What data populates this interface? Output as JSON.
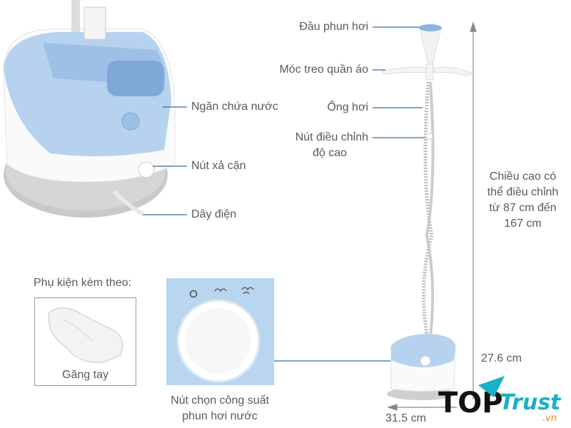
{
  "labels": {
    "water_tank": "Ngăn chứa nước",
    "drain_button": "Nút xả cặn",
    "power_cord": "Dây điện",
    "steam_head": "Đầu phun hơi",
    "hanger": "Móc treo quần áo",
    "steam_hose": "Ống hơi",
    "height_adjust_line1": "Nút điều chỉnh",
    "height_adjust_line2": "độ cao",
    "height_note_line1": "Chiều cao có",
    "height_note_line2": "thể điều chỉnh",
    "height_note_line3": "từ 87 cm đến",
    "height_note_line4": "167 cm",
    "width_dim": "31.5 cm",
    "depth_dim": "27.6 cm",
    "power_dial_line1": "Nút chọn công suất",
    "power_dial_line2": "phun hơi nước"
  },
  "accessories": {
    "title": "Phụ kiện kèm theo:",
    "items": [
      {
        "label": "Găng tay"
      }
    ]
  },
  "watermark": {
    "brand": "TOP Trust",
    "suffix": ".vn"
  },
  "colors": {
    "leader_line": "#2e6ea6",
    "product_blue": "#a9c9ea",
    "dial_bg": "#b9d5ef",
    "logo_accent": "#1ab0c8"
  }
}
